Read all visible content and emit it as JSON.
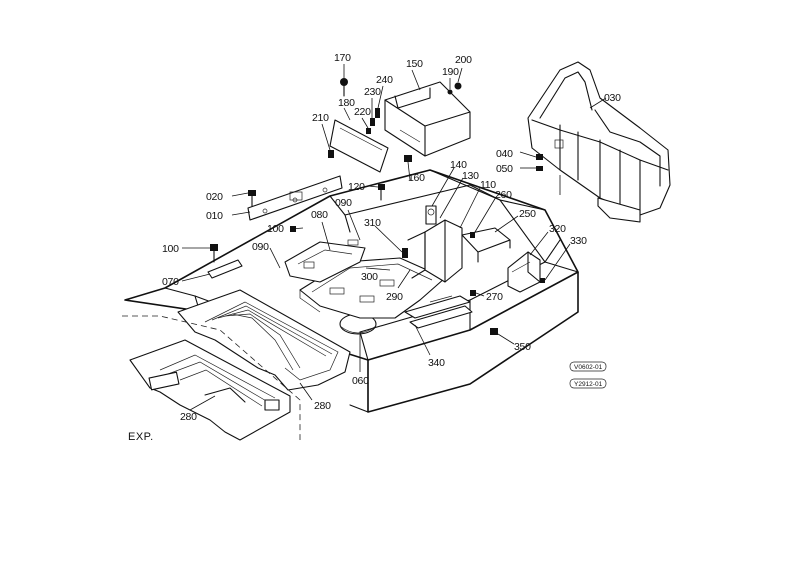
{
  "callouts": {
    "c010": "010",
    "c020": "020",
    "c030": "030",
    "c040": "040",
    "c050": "050",
    "c060": "060",
    "c070": "070",
    "c080": "080",
    "c090a": "090",
    "c090b": "090",
    "c100a": "100",
    "c100b": "100",
    "c110": "110",
    "c120": "120",
    "c130": "130",
    "c140": "140",
    "c150": "150",
    "c160": "160",
    "c170": "170",
    "c180": "180",
    "c190": "190",
    "c200": "200",
    "c210": "210",
    "c220": "220",
    "c230": "230",
    "c240": "240",
    "c250": "250",
    "c260": "260",
    "c270": "270",
    "c280a": "280",
    "c280b": "280",
    "c290": "290",
    "c300": "300",
    "c310": "310",
    "c320": "320",
    "c330": "330",
    "c340": "340",
    "c350": "350"
  },
  "exp_label": "EXP.",
  "stamps": {
    "top": "V0602-01",
    "bottom": "Y2912-01"
  }
}
